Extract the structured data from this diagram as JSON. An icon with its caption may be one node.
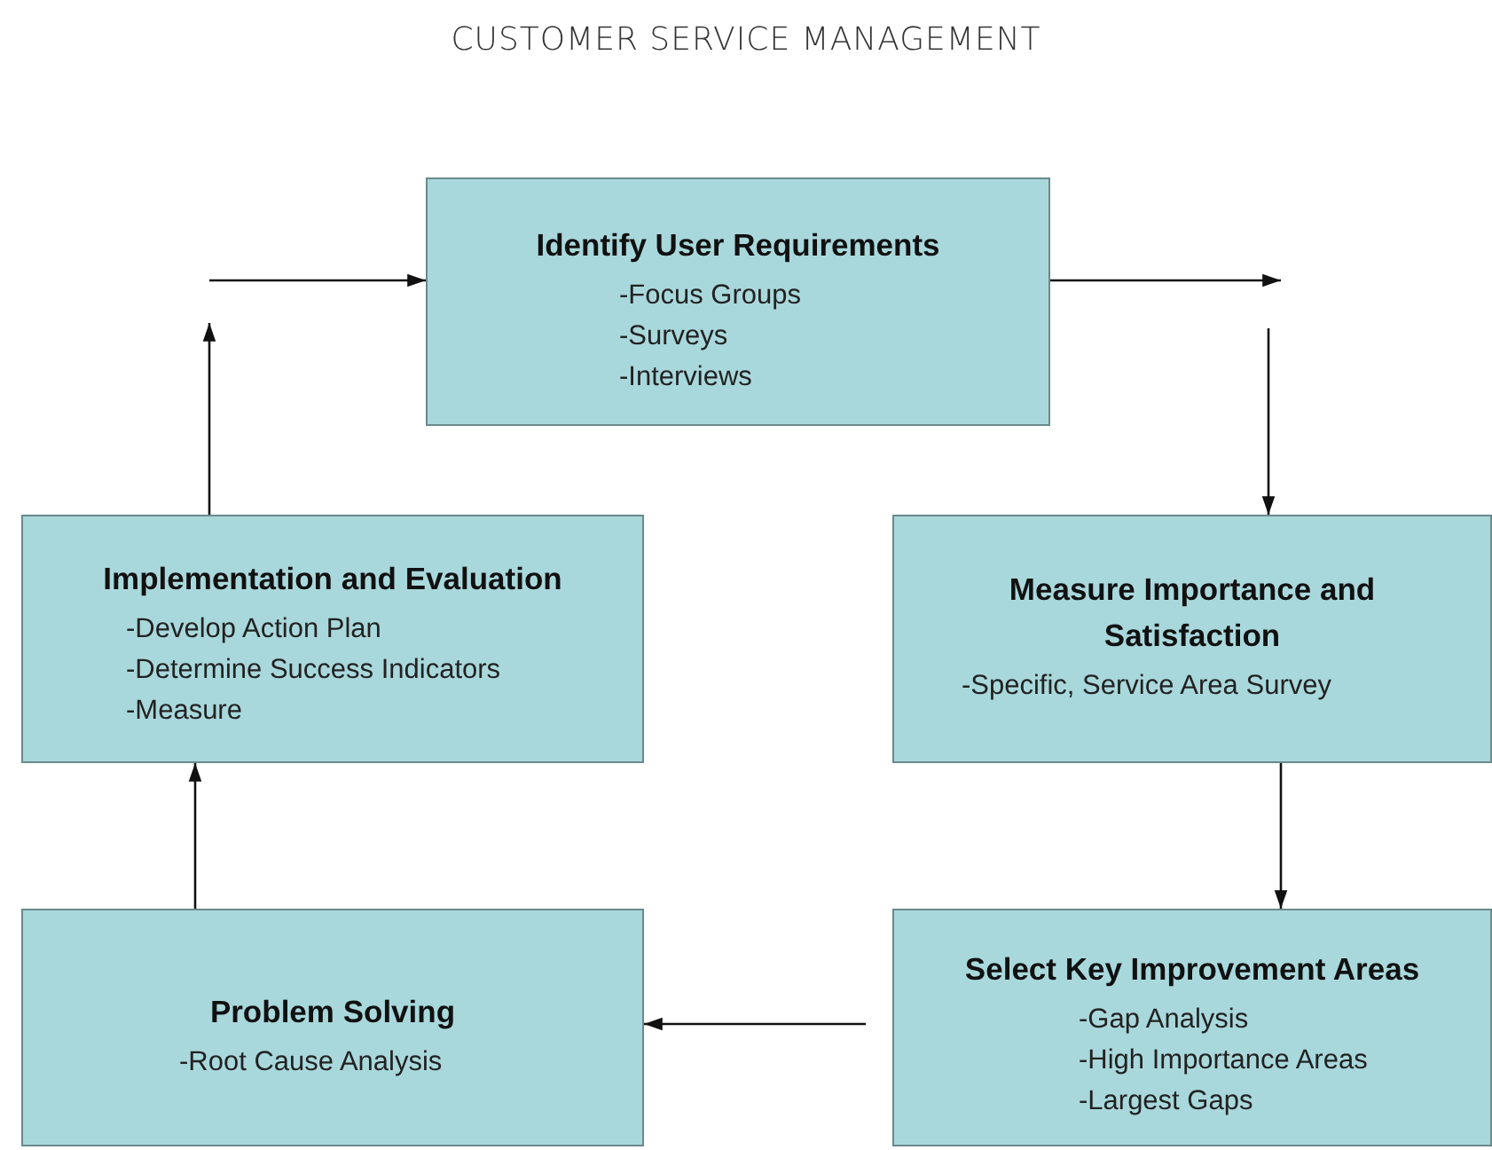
{
  "diagram": {
    "title": "CUSTOMER SERVICE MANAGEMENT",
    "nodes": [
      {
        "text": [
          "Identify User Requirements",
          "-Focus Groups",
          "-Surveys",
          "-Interviews"
        ]
      },
      {
        "text": [
          "Implementation and Evaluation",
          "-Develop Action Plan",
          "-Determine Success Indicators",
          "-Measure"
        ]
      },
      {
        "text": [
          "Measure Importance and Satisfaction",
          "-Specific, Service Area Survey"
        ]
      },
      {
        "text": [
          "Problem Solving",
          "-Root Cause Analysis"
        ]
      },
      {
        "text": [
          "Select Key Improvement Areas",
          "-Gap Analysis",
          "-High Importance Areas",
          "-Largest Gaps"
        ]
      }
    ],
    "edges": [
      {
        "from": 1,
        "to": null,
        "arrow": "to"
      },
      {
        "from": null,
        "to": 0,
        "arrow": "to"
      },
      {
        "from": 0,
        "to": null,
        "arrow": "to"
      },
      {
        "from": null,
        "to": 2,
        "arrow": "to"
      },
      {
        "from": 2,
        "to": 4,
        "arrow": "to"
      },
      {
        "from": 4,
        "to": 3,
        "arrow": "to"
      },
      {
        "from": 3,
        "to": 1,
        "arrow": "to"
      }
    ]
  }
}
